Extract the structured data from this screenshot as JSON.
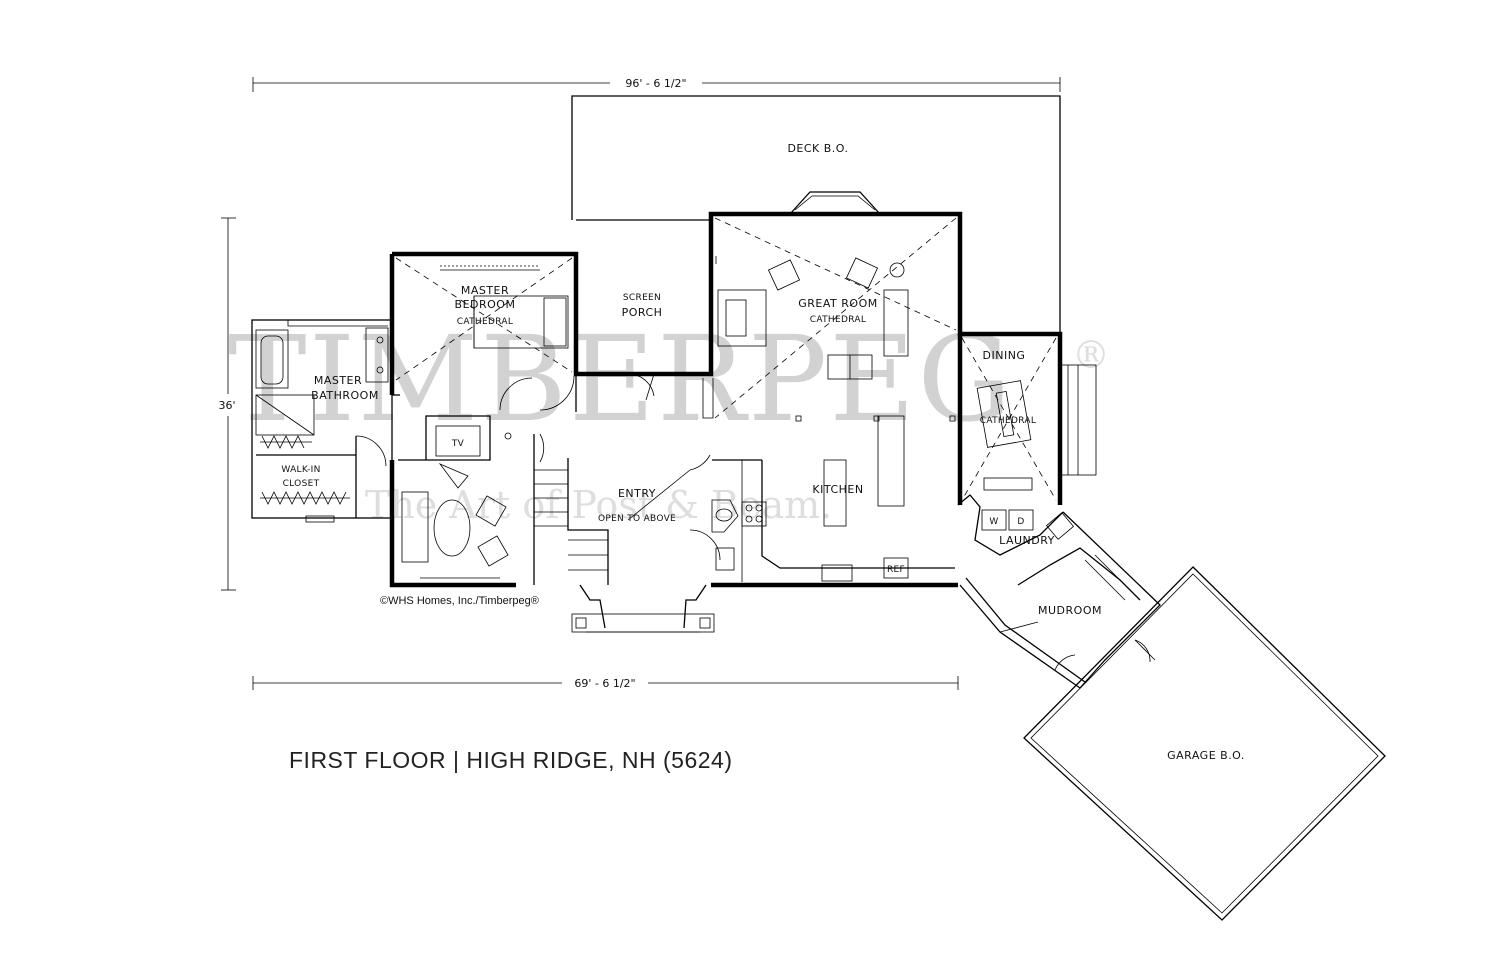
{
  "watermark": {
    "brand": "TIMBERPEG",
    "registered": "®",
    "tagline": "The Art of Post & Beam."
  },
  "dimensions": {
    "top_width": "96' - 6 1/2\"",
    "bottom_width": "69' - 6 1/2\"",
    "depth": "36'"
  },
  "rooms": {
    "deck": "DECK B.O.",
    "screen_porch_1": "SCREEN",
    "screen_porch_2": "PORCH",
    "master_bedroom_1": "MASTER",
    "master_bedroom_2": "BEDROOM",
    "master_bedroom_3": "CATHEDRAL",
    "master_bathroom_1": "MASTER",
    "master_bathroom_2": "BATHROOM",
    "walk_in_1": "WALK-IN",
    "walk_in_2": "CLOSET",
    "great_room_1": "GREAT ROOM",
    "great_room_2": "CATHEDRAL",
    "dining_1": "DINING",
    "dining_2": "CATHEDRAL",
    "entry_1": "ENTRY",
    "entry_2": "OPEN TO ABOVE",
    "kitchen": "KITCHEN",
    "laundry": "LAUNDRY",
    "mudroom": "MUDROOM",
    "garage": "GARAGE B.O.",
    "tv": "TV",
    "ref": "REF",
    "wd_w": "W",
    "wd_d": "D"
  },
  "copyright": "©WHS Homes, Inc./Timberpeg®",
  "title": "FIRST FLOOR  |  HIGH RIDGE, NH (5624)"
}
